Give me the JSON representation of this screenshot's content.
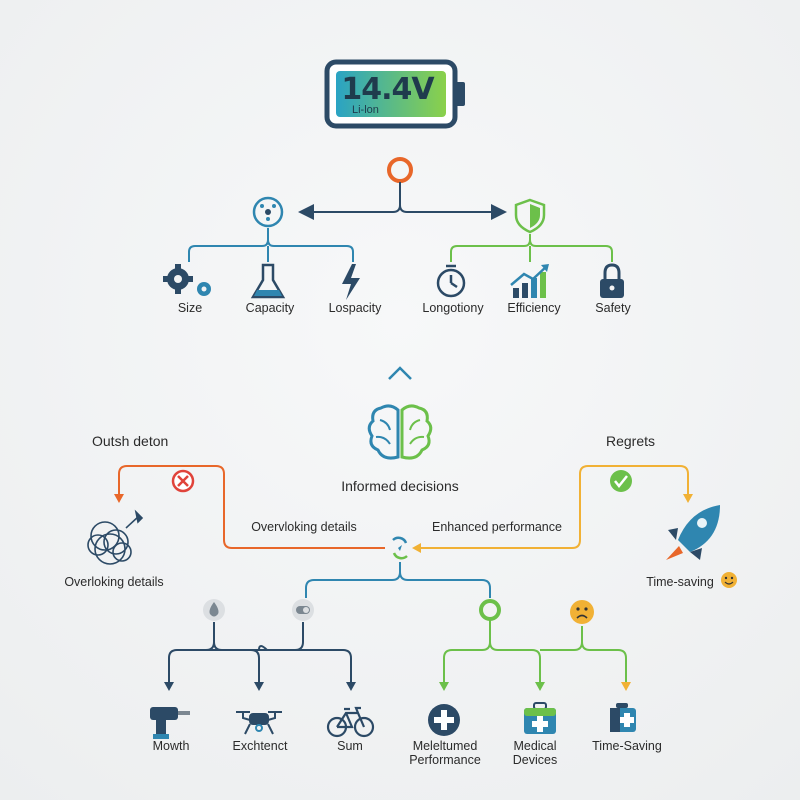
{
  "battery": {
    "voltage": "14.4V",
    "chemistry": "Li-lon"
  },
  "top_left_group": [
    "Size",
    "Capacity",
    "Lospacity"
  ],
  "top_right_group": [
    "Longotiony",
    "Efficiency",
    "Safety"
  ],
  "center": {
    "label": "Informed decisions"
  },
  "left": {
    "title": "Outsh deton",
    "path_label": "Overvloking details",
    "node_label": "Overloking details"
  },
  "right": {
    "title": "Regrets",
    "path_label": "Enhanced performance",
    "node_label": "Time-saving"
  },
  "bottom_left_group": [
    "Mowth",
    "Exchtenct",
    "Sum"
  ],
  "bottom_right_group": [
    {
      "line1": "Meleltumed",
      "line2": "Performance"
    },
    {
      "line1": "Medical",
      "line2": "Devices"
    },
    {
      "line1": "Time-Saving",
      "line2": ""
    }
  ],
  "colors": {
    "orange": "#e8672a",
    "blue": "#2f86b0",
    "green": "#6cc04a",
    "navy": "#2c4a66",
    "yellow": "#f1b135",
    "red": "#e0433a"
  }
}
